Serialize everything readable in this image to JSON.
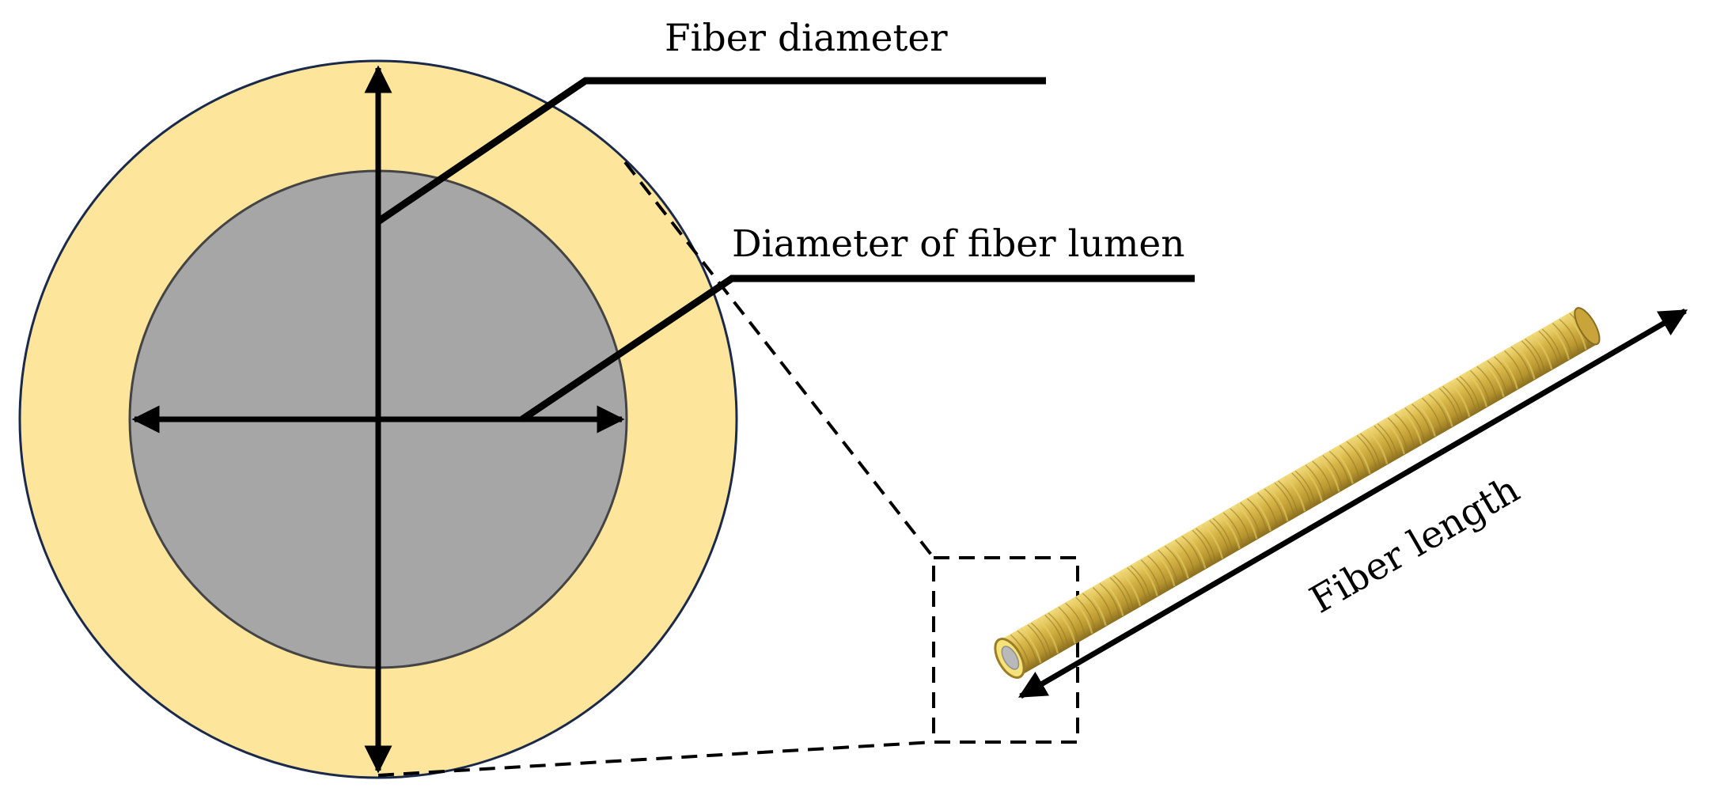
{
  "labels": {
    "fiber_diameter": "Fiber diameter",
    "lumen_diameter": "Diameter of fiber lumen",
    "fiber_length": "Fiber length"
  },
  "colors": {
    "fiber_wall": "#fde69c",
    "lumen": "#a6a6a6",
    "fiber_rod": "#c9a93c",
    "rod_highlight": "#e8cf6a",
    "rod_shadow": "#8f7424",
    "outline": "#1b2a4a",
    "annotation": "#000000"
  }
}
